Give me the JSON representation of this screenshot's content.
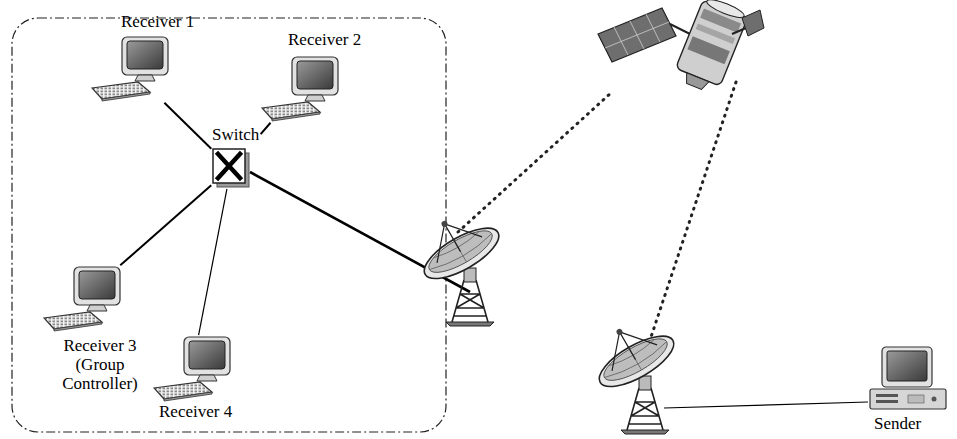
{
  "diagram": {
    "nodes": [
      {
        "text": [
          "Receiver 1"
        ]
      },
      {
        "text": [
          "Receiver 2"
        ]
      },
      {
        "text": [
          "Switch"
        ]
      },
      {
        "text": [
          "Receiver 3 (Group Controller)"
        ]
      },
      {
        "text": [
          "Receiver 4"
        ]
      },
      {
        "text": [
          "Sender"
        ]
      }
    ],
    "edges": [
      {
        "from": 0,
        "to": 2,
        "arrow": "none"
      },
      {
        "from": 1,
        "to": 2,
        "arrow": "none"
      },
      {
        "from": 3,
        "to": 2,
        "arrow": "none"
      },
      {
        "from": 4,
        "to": 2,
        "arrow": "none"
      }
    ]
  }
}
